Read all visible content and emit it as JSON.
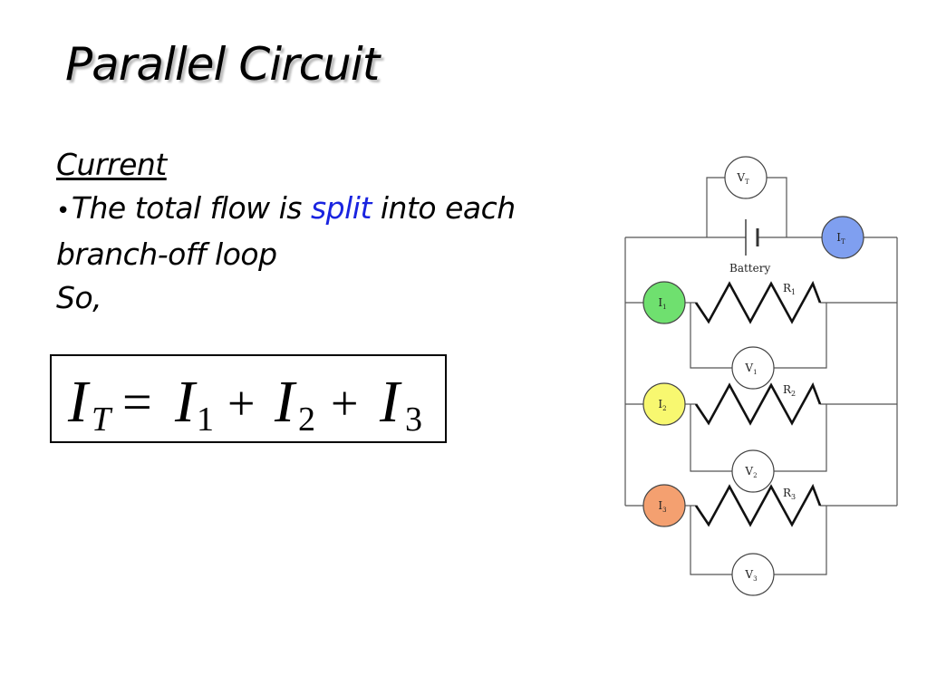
{
  "slide": {
    "title": "Parallel Circuit",
    "heading": "Current",
    "bullet_char": "•",
    "bullet_pre": "The total flow is ",
    "bullet_highlight": "split",
    "bullet_post": " into each",
    "line2": "branch-off loop",
    "line3": "So,"
  },
  "formula": {
    "lhs": "I",
    "lhs_sub": "T",
    "eq": "=",
    "t1": "I",
    "t1_sub": "1",
    "plus1": "+",
    "t2": "I",
    "t2_sub": "2",
    "plus2": "+",
    "t3": "I",
    "t3_sub": "3"
  },
  "circuit": {
    "battery_label": "Battery",
    "vt": {
      "main": "V",
      "sub": "T"
    },
    "it": {
      "main": "I",
      "sub": "T"
    },
    "i1": {
      "main": "I",
      "sub": "1"
    },
    "i2": {
      "main": "I",
      "sub": "2"
    },
    "i3": {
      "main": "I",
      "sub": "3"
    },
    "v1": {
      "main": "V",
      "sub": "1"
    },
    "v2": {
      "main": "V",
      "sub": "2"
    },
    "v3": {
      "main": "V",
      "sub": "3"
    },
    "r1": {
      "main": "R",
      "sub": "1"
    },
    "r2": {
      "main": "R",
      "sub": "2"
    },
    "r3": {
      "main": "R",
      "sub": "3"
    }
  },
  "colors": {
    "split_text": "#1a24e0",
    "it_meter": "#7f9ff0",
    "i1_meter": "#6fe06f",
    "i2_meter": "#f8f870",
    "i3_meter": "#f4a070",
    "wire": "#555555"
  }
}
